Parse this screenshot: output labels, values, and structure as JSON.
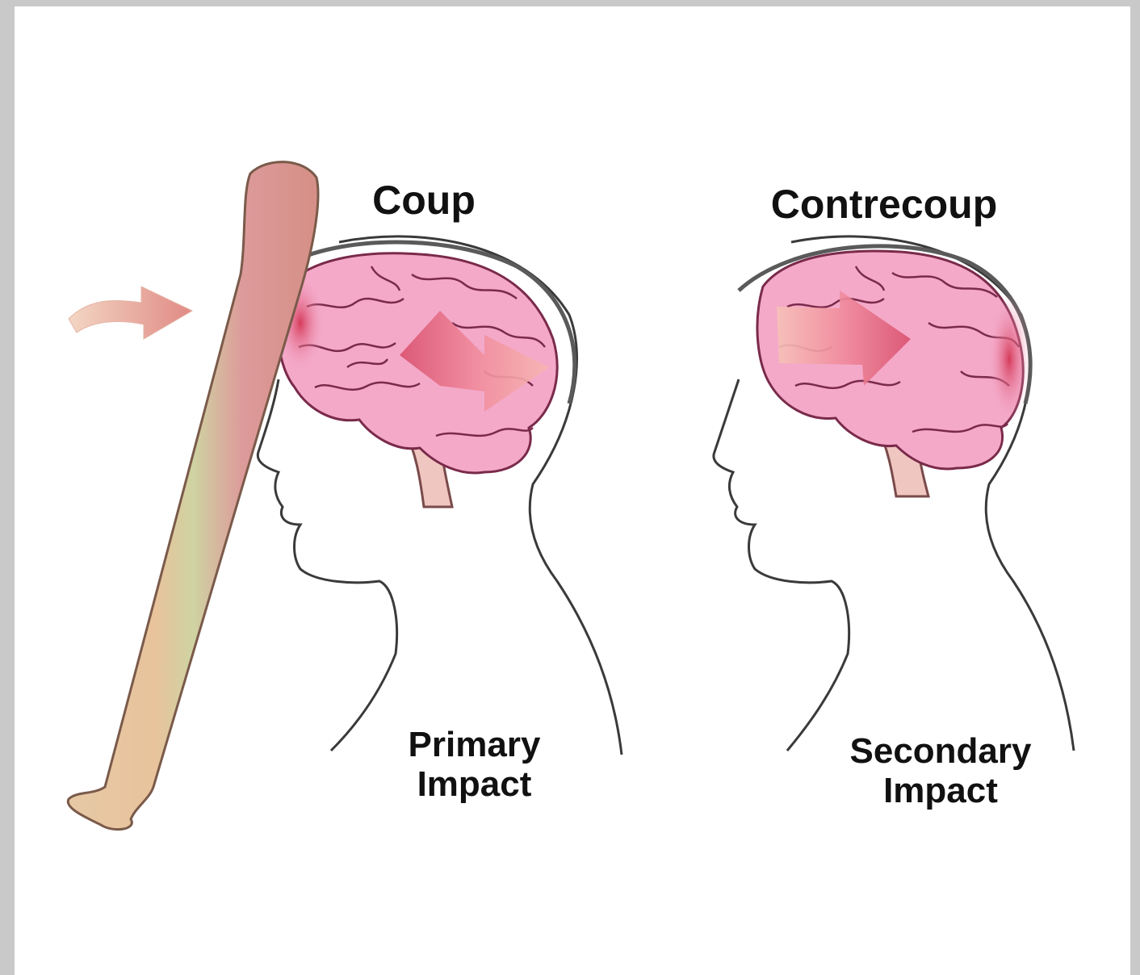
{
  "diagram": {
    "left_title": "Coup",
    "right_title": "Contrecoup",
    "left_caption": "Primary\nImpact",
    "right_caption": "Secondary\nImpact"
  },
  "colors": {
    "brain_fill": "#f4a9c8",
    "brain_stroke": "#7a2a4a",
    "impact_red": "#d63b5a",
    "bat_light": "#e7c9a6",
    "bat_green": "#cfd3a2",
    "bat_pink": "#dd9a9a",
    "outline": "#3a3a3a"
  },
  "icons": [
    "baseball-bat-icon",
    "motion-arrow-icon",
    "head-profile-icon",
    "brain-icon",
    "force-arrow-icon"
  ]
}
